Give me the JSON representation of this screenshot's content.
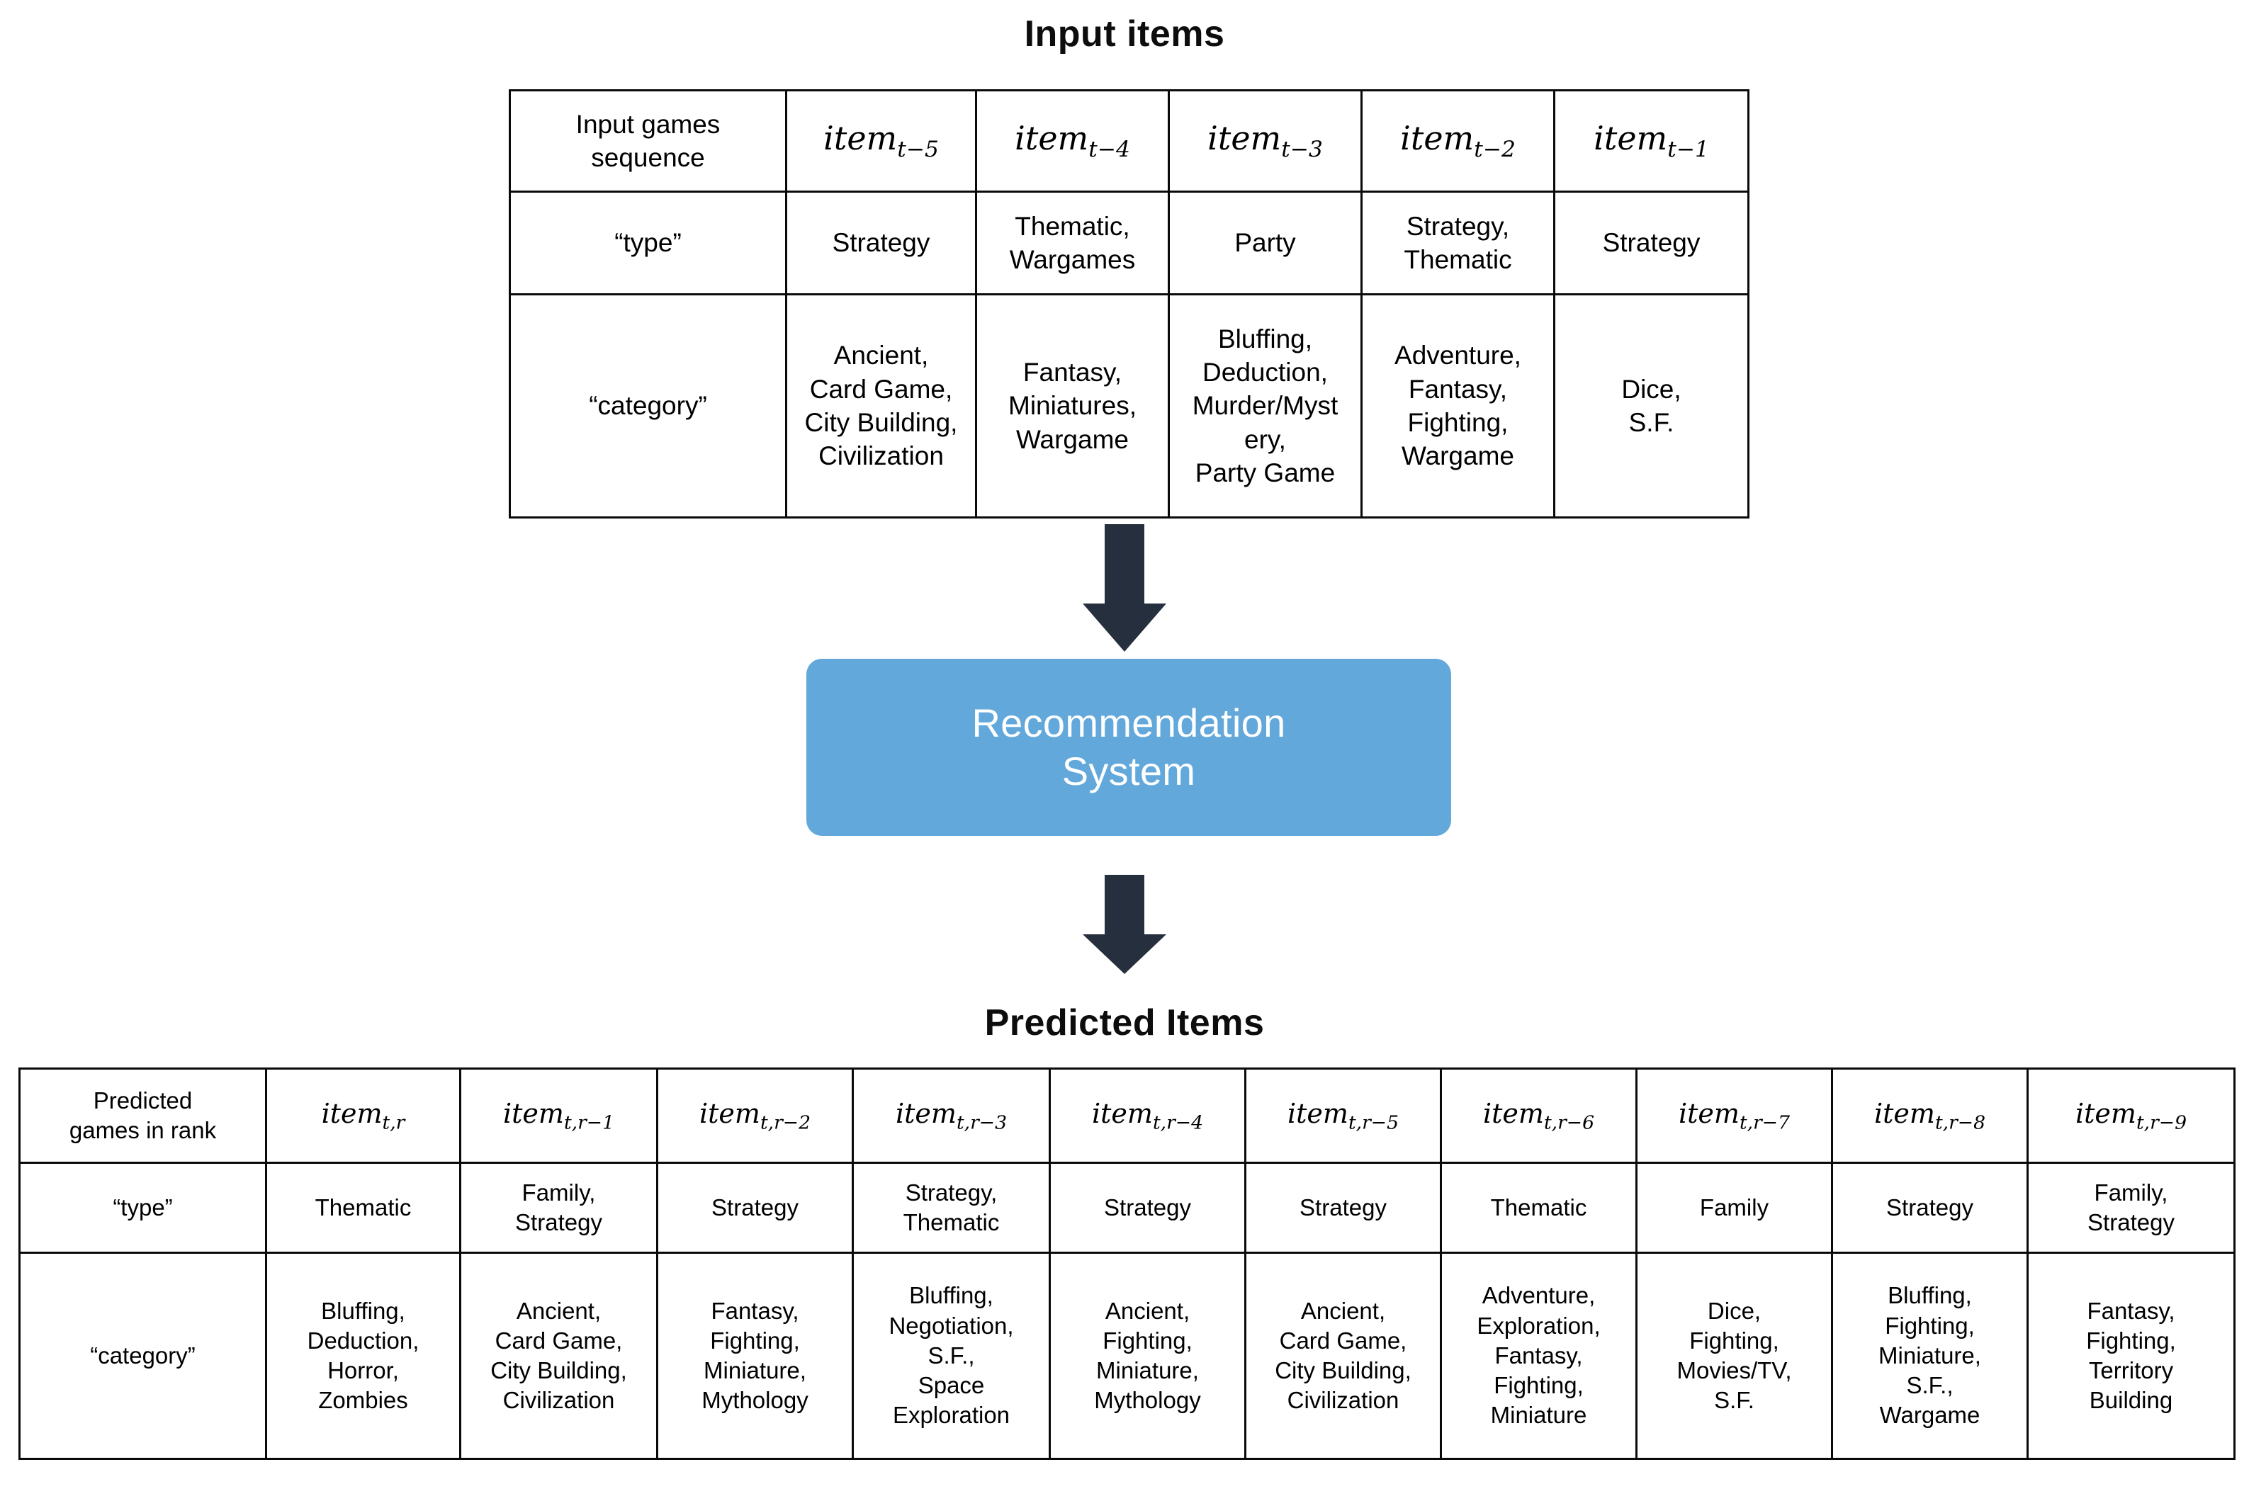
{
  "sections": {
    "input_title": "Input items",
    "predicted_title": "Predicted Items"
  },
  "recommendation_box": {
    "label": "Recommendation\nSystem",
    "fill_color": "#62A8DB",
    "text_color": "#FFFFFF"
  },
  "arrows": {
    "color": "#262F3D",
    "direction": "down",
    "count": 2
  },
  "input_table": {
    "row_labels": {
      "sequence": "Input games\nsequence",
      "type": "“type”",
      "category": "“category”"
    },
    "columns": [
      {
        "base": "item",
        "subscript": "t−5",
        "type": "Strategy",
        "category": "Ancient,\nCard Game,\nCity Building,\nCivilization"
      },
      {
        "base": "item",
        "subscript": "t−4",
        "type": "Thematic,\nWargames",
        "category": "Fantasy,\nMiniatures,\nWargame"
      },
      {
        "base": "item",
        "subscript": "t−3",
        "type": "Party",
        "category": "Bluffing,\nDeduction,\nMurder/Myst\nery,\nParty Game"
      },
      {
        "base": "item",
        "subscript": "t−2",
        "type": "Strategy,\nThematic",
        "category": "Adventure,\nFantasy,\nFighting,\nWargame"
      },
      {
        "base": "item",
        "subscript": "t−1",
        "type": "Strategy",
        "category": "Dice,\nS.F."
      }
    ]
  },
  "predicted_table": {
    "row_labels": {
      "rank": "Predicted\ngames in rank",
      "type": "“type”",
      "category": "“category”"
    },
    "columns": [
      {
        "base": "item",
        "subscript": "t,r",
        "type": "Thematic",
        "category": "Bluffing,\nDeduction,\nHorror,\nZombies"
      },
      {
        "base": "item",
        "subscript": "t,r−1",
        "type": "Family,\nStrategy",
        "category": "Ancient,\nCard Game,\nCity Building,\nCivilization"
      },
      {
        "base": "item",
        "subscript": "t,r−2",
        "type": "Strategy",
        "category": "Fantasy,\nFighting,\nMiniature,\nMythology"
      },
      {
        "base": "item",
        "subscript": "t,r−3",
        "type": "Strategy,\nThematic",
        "category": "Bluffing,\nNegotiation,\nS.F.,\nSpace\nExploration"
      },
      {
        "base": "item",
        "subscript": "t,r−4",
        "type": "Strategy",
        "category": "Ancient,\nFighting,\nMiniature,\nMythology"
      },
      {
        "base": "item",
        "subscript": "t,r−5",
        "type": "Strategy",
        "category": "Ancient,\nCard Game,\nCity Building,\nCivilization"
      },
      {
        "base": "item",
        "subscript": "t,r−6",
        "type": "Thematic",
        "category": "Adventure,\nExploration,\nFantasy,\nFighting,\nMiniature"
      },
      {
        "base": "item",
        "subscript": "t,r−7",
        "type": "Family",
        "category": "Dice,\nFighting,\nMovies/TV,\nS.F."
      },
      {
        "base": "item",
        "subscript": "t,r−8",
        "type": "Strategy",
        "category": "Bluffing,\nFighting,\nMiniature,\nS.F.,\nWargame"
      },
      {
        "base": "item",
        "subscript": "t,r−9",
        "type": "Family,\nStrategy",
        "category": "Fantasy,\nFighting,\nTerritory\nBuilding"
      }
    ]
  }
}
